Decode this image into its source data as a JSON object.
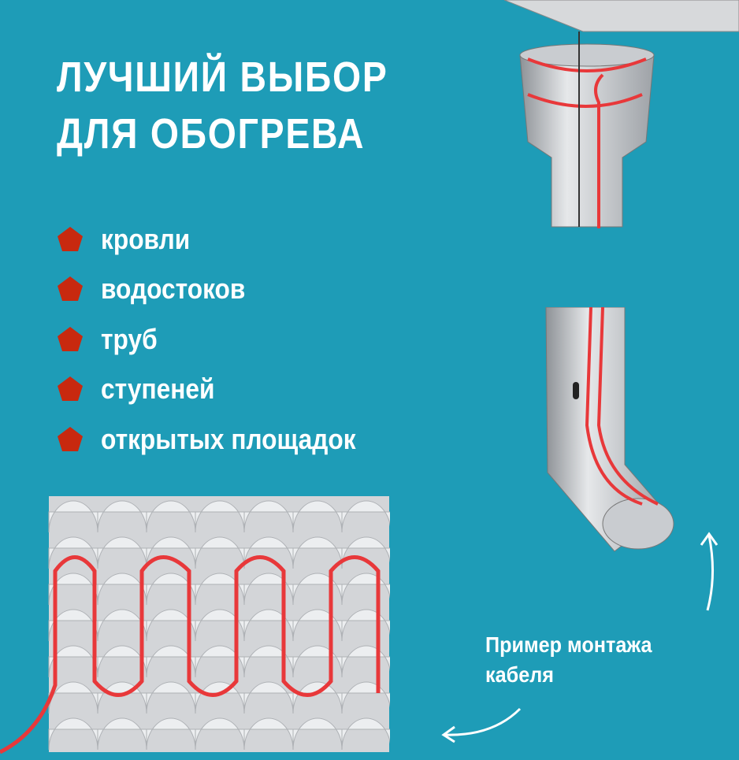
{
  "title": {
    "line1": "ЛУЧШИЙ ВЫБОР",
    "line2": "ДЛЯ ОБОГРЕВА"
  },
  "items": [
    {
      "label": "кровли"
    },
    {
      "label": "водостоков"
    },
    {
      "label": "труб"
    },
    {
      "label": "ступеней"
    },
    {
      "label": "открытых площадок"
    }
  ],
  "caption": {
    "line1": "Пример монтажа",
    "line2": "кабеля"
  },
  "colors": {
    "background": "#1e9cb7",
    "bullet": "#c8290f",
    "cable": "#e8383a",
    "metal": "#b9bcc0"
  }
}
